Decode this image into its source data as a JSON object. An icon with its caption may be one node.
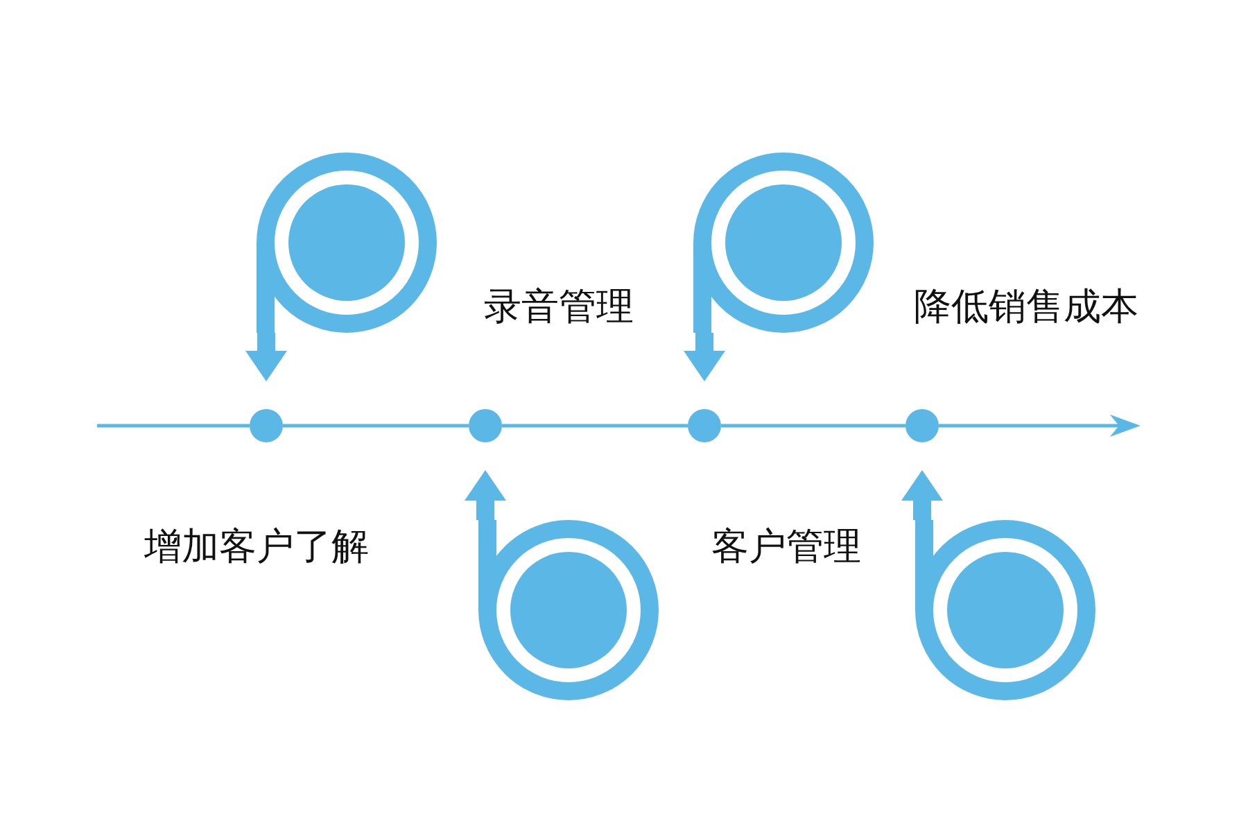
{
  "diagram": {
    "nodes": [
      {
        "text": [],
        "shape": "circle"
      },
      {
        "text": [
          "录音管理"
        ]
      },
      {
        "text": [],
        "shape": "circle"
      },
      {
        "text": [
          "降低销售成本"
        ]
      },
      {
        "text": [],
        "shape": "circle"
      },
      {
        "text": [],
        "shape": "circle"
      },
      {
        "text": [],
        "shape": "circle"
      },
      {
        "text": [],
        "shape": "circle"
      },
      {
        "text": [
          "增加客户了解"
        ]
      },
      {
        "text": [],
        "shape": "circle"
      },
      {
        "text": [
          "客户管理"
        ]
      },
      {
        "text": [],
        "shape": "circle"
      }
    ],
    "edges": [
      {
        "from": null,
        "to": 4,
        "arrow": "none"
      },
      {
        "from": 4,
        "to": 5,
        "arrow": "none"
      },
      {
        "from": 5,
        "to": 6,
        "arrow": "none"
      },
      {
        "from": 6,
        "to": 7,
        "arrow": "none"
      },
      {
        "from": 7,
        "to": null,
        "arrow": "to"
      },
      {
        "from": 0,
        "to": 4,
        "arrow": "to",
        "style": "thick"
      },
      {
        "from": 2,
        "to": 6,
        "arrow": "to",
        "style": "thick"
      },
      {
        "from": 9,
        "to": 5,
        "arrow": "to",
        "style": "thick"
      },
      {
        "from": 11,
        "to": 7,
        "arrow": "to",
        "style": "thick"
      }
    ]
  }
}
